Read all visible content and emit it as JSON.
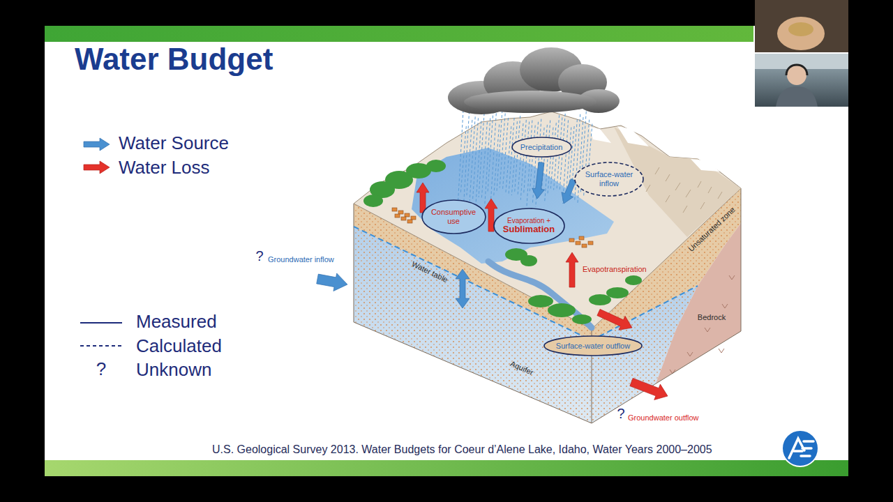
{
  "diagram": {
    "title": "Water Budget",
    "caption": "U.S. Geological Survey 2013. Water Budgets for Coeur d’Alene Lake, Idaho, Water Years 2000–2005",
    "nodes": [
      {
        "text": [
          "Precipitation"
        ]
      },
      {
        "text": [
          "Surface-water inflow"
        ]
      },
      {
        "text": [
          "Consumptive use"
        ]
      },
      {
        "text": [
          "Evaporation +",
          "Sublimation"
        ]
      },
      {
        "text": [
          "Surface-water outflow"
        ]
      }
    ],
    "labels": [
      "?",
      "Groundwater inflow",
      "Water table",
      "Evapotranspiration",
      "Unsaturated zone",
      "Bedrock",
      "Aquifer",
      "?",
      "Groundwater outflow",
      "?"
    ],
    "legend": [
      {
        "text": "Water Source"
      },
      {
        "text": "Water Loss"
      },
      {
        "text": "Measured"
      },
      {
        "text": "Calculated"
      },
      {
        "text": "Unknown"
      }
    ]
  }
}
